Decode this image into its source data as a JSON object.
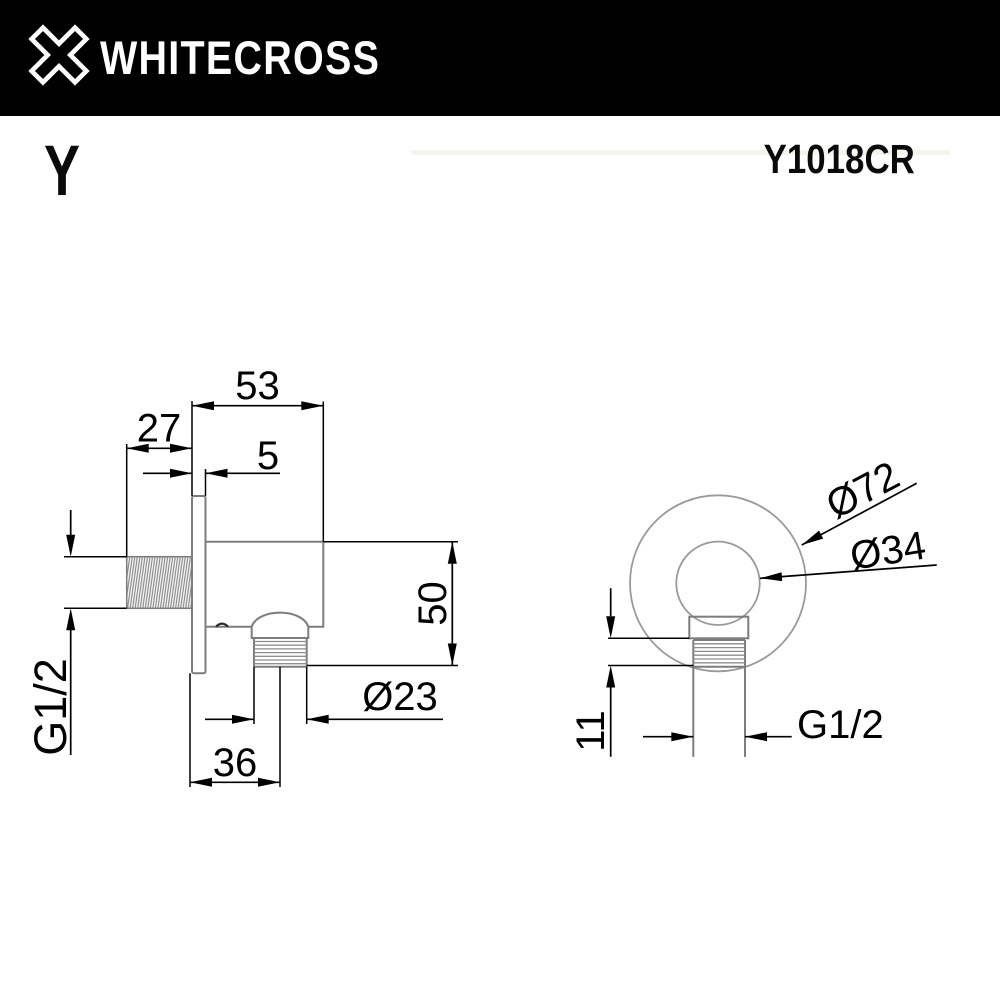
{
  "brand": {
    "name": "WHITECROSS",
    "logo": "x-cross-icon"
  },
  "product": {
    "series": "Y",
    "code": "Y1018CR"
  },
  "colors": {
    "header_bg": "#000000",
    "object_line": "#7d7d7d",
    "dimension_line": "#000000"
  },
  "side_view": {
    "dim_width": "53",
    "dim_depth": "27",
    "dim_flange_thickness": "5",
    "dim_height": "50",
    "dim_outlet_diameter": "Ø23",
    "dim_outlet_offset": "36",
    "dim_inlet_thread": "G1/2"
  },
  "front_view": {
    "dim_outer_diameter": "Ø72",
    "dim_inner_diameter": "Ø34",
    "dim_thread_length": "11",
    "dim_outlet_thread": "G1/2"
  }
}
